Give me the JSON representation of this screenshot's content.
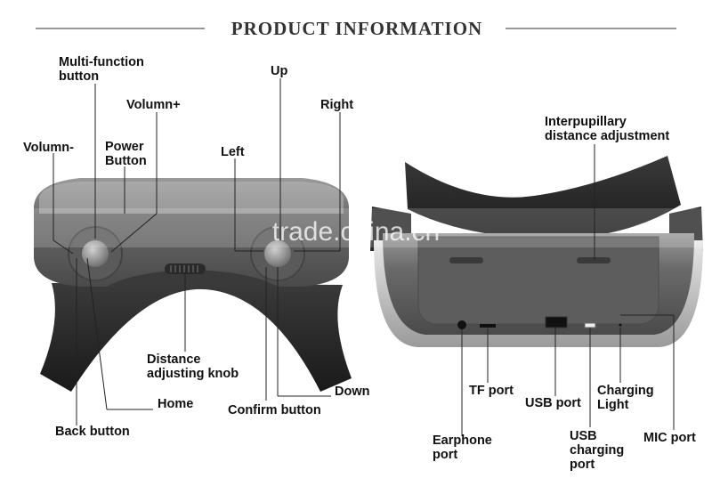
{
  "title": "PRODUCT INFORMATION",
  "watermark": "trade.china.cn",
  "left_view": {
    "multi_function_line1": "Multi-function",
    "multi_function_line2": "button",
    "volume_plus": "Volumn+",
    "volume_minus": "Volumn-",
    "power_line1": "Power",
    "power_line2": "Button",
    "up": "Up",
    "right": "Right",
    "left": "Left",
    "distance_line1": "Distance",
    "distance_line2": "adjusting knob",
    "home": "Home",
    "down": "Down",
    "confirm": "Confirm button",
    "back": "Back button"
  },
  "right_view": {
    "ipd_line1": "Interpupillary",
    "ipd_line2": "distance adjustment",
    "tf_port": "TF port",
    "usb_port": "USB port",
    "charging_line1": "Charging",
    "charging_line2": "Light",
    "earphone_line1": "Earphone",
    "earphone_line2": "port",
    "usb_charging_line1": "USB",
    "usb_charging_line2": "charging",
    "usb_charging_line3": "port",
    "mic_port": "MIC port"
  },
  "colors": {
    "headset_body": "#6e6e6e",
    "headset_dark": "#2c2c2c",
    "headset_light": "#bdbdbd",
    "text": "#111111"
  }
}
